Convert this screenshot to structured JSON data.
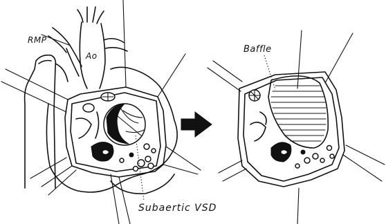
{
  "labels": {
    "rmp": "RMP",
    "ao": "Ao",
    "baffle": "Baffle",
    "vsd": "Subaertic VSD"
  },
  "icons": {
    "arrow": "right-arrow-icon"
  },
  "colors": {
    "ink": "#111111",
    "paper": "#ffffff"
  }
}
